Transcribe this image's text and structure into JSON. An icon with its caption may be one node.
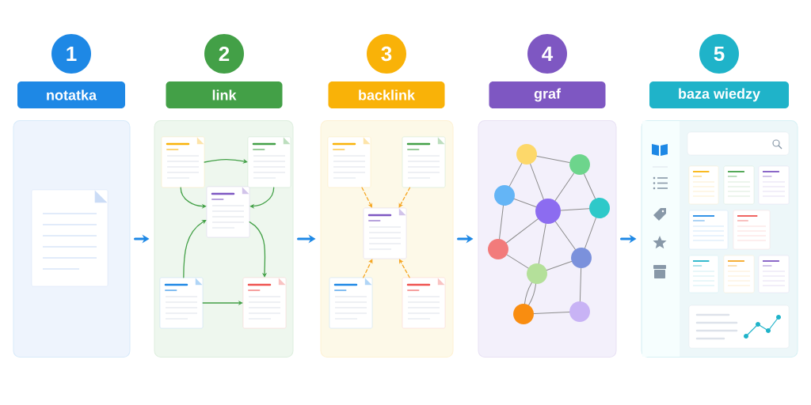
{
  "diagram": {
    "nodes": [
      {
        "text": [
          "1"
        ]
      },
      {
        "text": [
          "2"
        ]
      },
      {
        "text": [
          "3"
        ]
      },
      {
        "text": [
          "4"
        ]
      },
      {
        "text": [
          "5"
        ]
      },
      {
        "text": [
          "notatka"
        ]
      },
      {
        "text": [
          "link"
        ]
      },
      {
        "text": [
          "backlink"
        ]
      },
      {
        "text": [
          "graf"
        ]
      },
      {
        "text": [
          "baza wiedzy"
        ]
      },
      {
        "text": [],
        "shape": "box"
      },
      {
        "text": [],
        "shape": "box",
        "in": 10
      },
      {
        "text": [],
        "shape": "box"
      },
      {
        "text": [],
        "shape": "box",
        "in": 12
      },
      {
        "text": [],
        "shape": "box",
        "in": 12
      },
      {
        "text": [],
        "shape": "box",
        "in": 12
      },
      {
        "text": [],
        "shape": "box",
        "in": 12
      },
      {
        "text": [],
        "shape": "box",
        "in": 12
      },
      {
        "text": [],
        "shape": "box"
      },
      {
        "text": [],
        "shape": "box",
        "in": 18
      },
      {
        "text": [],
        "shape": "box",
        "in": 18
      },
      {
        "text": [],
        "shape": "box",
        "in": 18
      },
      {
        "text": [],
        "shape": "box",
        "in": 18
      },
      {
        "text": [],
        "shape": "box",
        "in": 18
      },
      {
        "text": [],
        "shape": "box"
      },
      {
        "text": [],
        "shape": "circle",
        "in": 24
      },
      {
        "text": [],
        "shape": "circle",
        "in": 24
      },
      {
        "text": [],
        "shape": "circle",
        "in": 24
      },
      {
        "text": [],
        "shape": "circle",
        "in": 24
      },
      {
        "text": [],
        "shape": "circle",
        "in": 24
      },
      {
        "text": [],
        "shape": "circle",
        "in": 24
      },
      {
        "text": [],
        "shape": "circle",
        "in": 24
      },
      {
        "text": [],
        "shape": "circle",
        "in": 24
      },
      {
        "text": [],
        "shape": "circle",
        "in": 24
      },
      {
        "text": [],
        "shape": "circle",
        "in": 24
      },
      {
        "text": [],
        "shape": "box"
      }
    ],
    "edges": [
      {
        "from": 10,
        "to": 12,
        "arrow": "to",
        "style": "thick",
        "color": "#1e88e5"
      },
      {
        "from": 12,
        "to": 18,
        "arrow": "to",
        "style": "thick",
        "color": "#1e88e5"
      },
      {
        "from": 18,
        "to": 24,
        "arrow": "to",
        "style": "thick",
        "color": "#1e88e5"
      },
      {
        "from": 24,
        "to": 35,
        "arrow": "to",
        "style": "thick",
        "color": "#1e88e5"
      },
      {
        "from": 13,
        "to": 14,
        "arrow": "to",
        "color": "#43a047"
      },
      {
        "from": 13,
        "to": 15,
        "arrow": "to",
        "color": "#43a047"
      },
      {
        "from": 14,
        "to": 15,
        "arrow": "to",
        "color": "#43a047"
      },
      {
        "from": 16,
        "to": 15,
        "arrow": "to",
        "color": "#43a047"
      },
      {
        "from": 15,
        "to": 17,
        "arrow": "to",
        "color": "#43a047"
      },
      {
        "from": 16,
        "to": 17,
        "arrow": "to",
        "color": "#43a047"
      },
      {
        "from": 19,
        "to": 21,
        "arrow": "to",
        "style": "dashed",
        "color": "#f5a623"
      },
      {
        "from": 20,
        "to": 21,
        "arrow": "to",
        "style": "dashed",
        "color": "#f5a623"
      },
      {
        "from": 22,
        "to": 21,
        "arrow": "to",
        "style": "dashed",
        "color": "#f5a623"
      },
      {
        "from": 23,
        "to": 21,
        "arrow": "to",
        "style": "dashed",
        "color": "#f5a623"
      },
      {
        "from": 25,
        "to": 26,
        "arrow": "none"
      },
      {
        "from": 25,
        "to": 27,
        "arrow": "none"
      },
      {
        "from": 25,
        "to": 28,
        "arrow": "none"
      },
      {
        "from": 26,
        "to": 28,
        "arrow": "none"
      },
      {
        "from": 26,
        "to": 29,
        "arrow": "none"
      },
      {
        "from": 27,
        "to": 28,
        "arrow": "none"
      },
      {
        "from": 27,
        "to": 30,
        "arrow": "none"
      },
      {
        "from": 28,
        "to": 29,
        "arrow": "none"
      },
      {
        "from": 28,
        "to": 30,
        "arrow": "none"
      },
      {
        "from": 28,
        "to": 32,
        "arrow": "none"
      },
      {
        "from": 28,
        "to": 31,
        "arrow": "none"
      },
      {
        "from": 29,
        "to": 31,
        "arrow": "none"
      },
      {
        "from": 30,
        "to": 32,
        "arrow": "none"
      },
      {
        "from": 32,
        "to": 31,
        "arrow": "none"
      },
      {
        "from": 32,
        "to": 33,
        "arrow": "none"
      },
      {
        "from": 32,
        "to": 33,
        "arrow": "none"
      },
      {
        "from": 33,
        "to": 34,
        "arrow": "none"
      },
      {
        "from": 31,
        "to": 34,
        "arrow": "none"
      }
    ]
  }
}
